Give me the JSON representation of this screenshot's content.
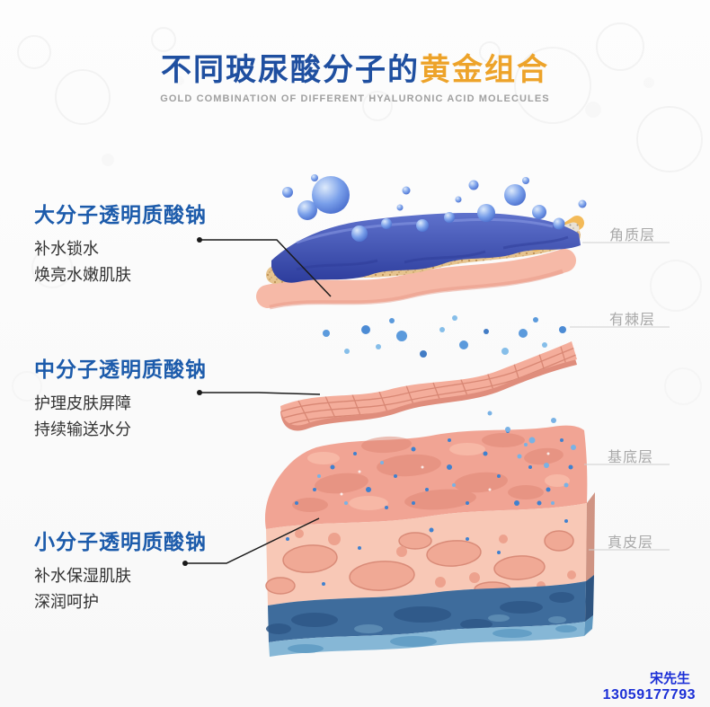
{
  "header": {
    "title_prefix": "不同玻尿酸分子的",
    "title_highlight": "黄金组合",
    "subtitle": "GOLD COMBINATION OF DIFFERENT HYALURONIC ACID MOLECULES"
  },
  "molecules": [
    {
      "title": "大分子透明质酸钠",
      "desc1": "补水锁水",
      "desc2": "焕亮水嫩肌肤"
    },
    {
      "title": "中分子透明质酸钠",
      "desc1": "护理皮肤屏障",
      "desc2": "持续输送水分"
    },
    {
      "title": "小分子透明质酸钠",
      "desc1": "补水保湿肌肤",
      "desc2": "深润呵护"
    }
  ],
  "skin_layers": [
    {
      "label": "角质层"
    },
    {
      "label": "有棘层"
    },
    {
      "label": "基底层"
    },
    {
      "label": "真皮层"
    }
  ],
  "contact": {
    "name": "宋先生",
    "phone": "13059177793"
  },
  "colors": {
    "title_blue": "#1f4fa0",
    "title_gold": "#eda32a",
    "subtitle_gray": "#a0a0a0",
    "molecule_blue": "#1c5bab",
    "body_text": "#333333",
    "layer_gray": "#a9a9a9",
    "contact_blue": "#1b2fd6"
  }
}
